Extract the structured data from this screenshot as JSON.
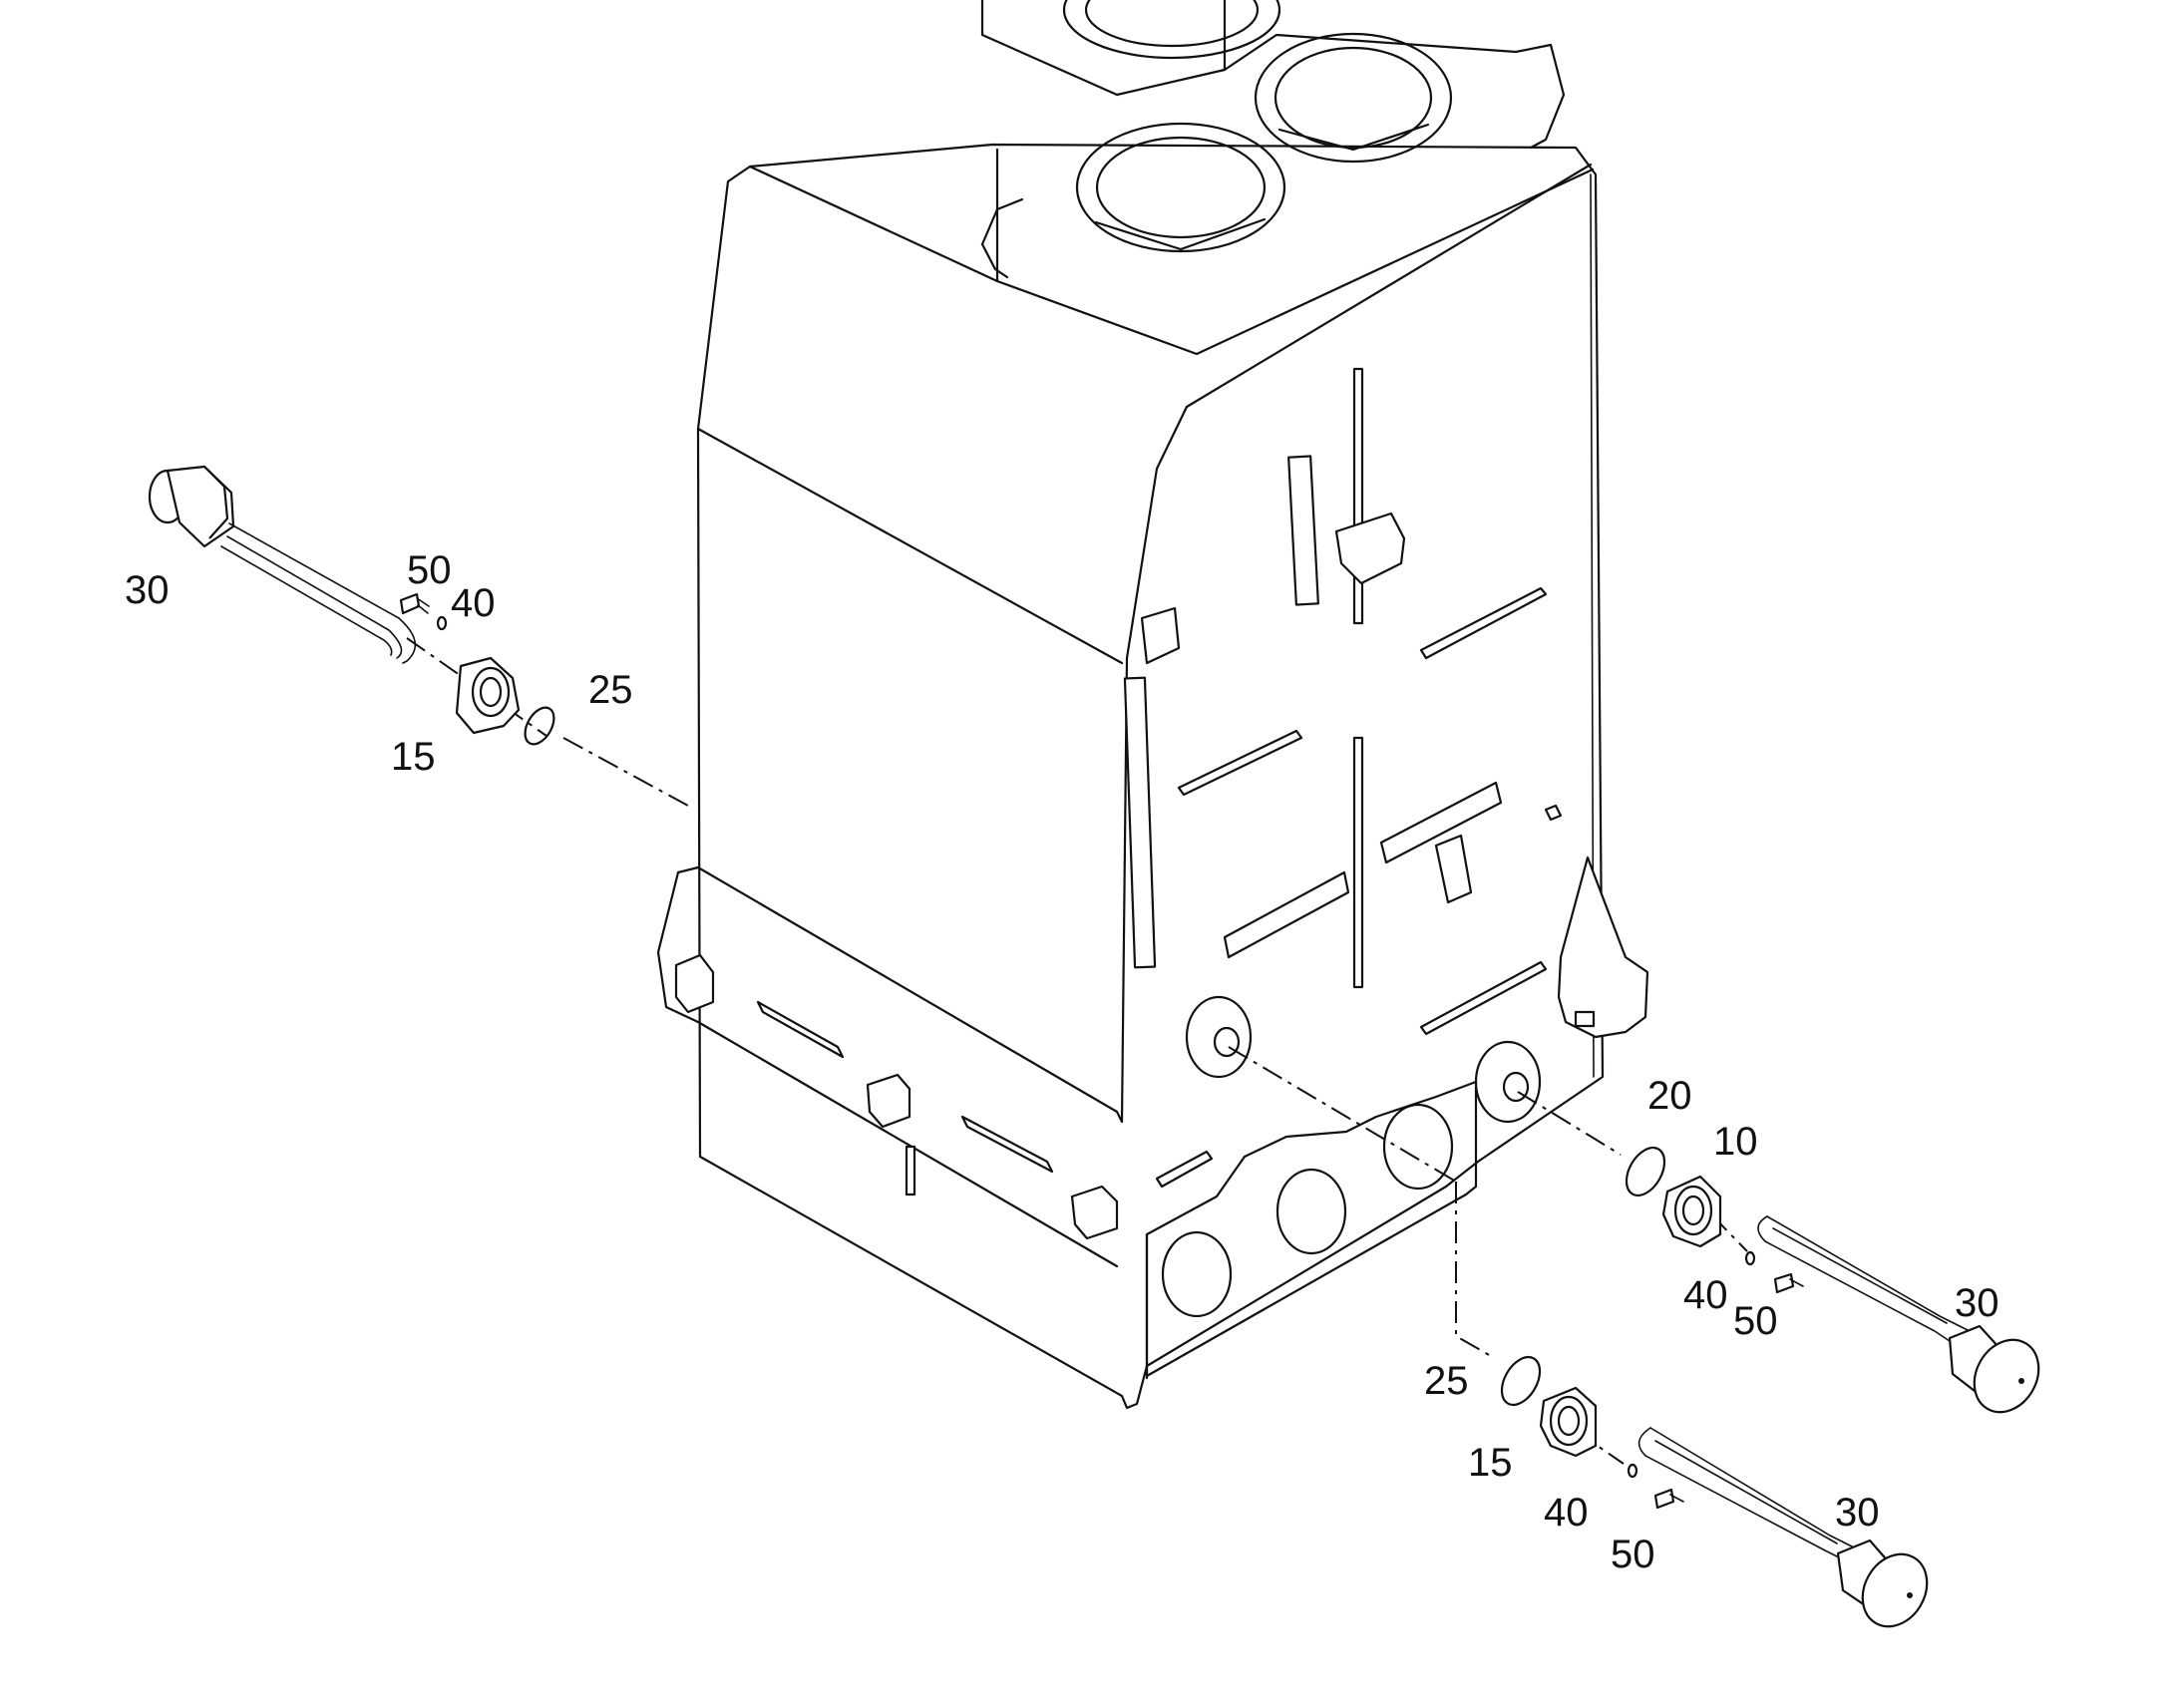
{
  "callouts": {
    "a30": "30",
    "a50": "50",
    "a40": "40",
    "a25": "25",
    "a15": "15",
    "b20": "20",
    "b10": "10",
    "b40": "40",
    "b50": "50",
    "b30": "30",
    "c25": "25",
    "c15": "15",
    "c40": "40",
    "c50": "50",
    "c30": "30"
  },
  "colors": {
    "line": "#111111",
    "background": "#ffffff"
  }
}
